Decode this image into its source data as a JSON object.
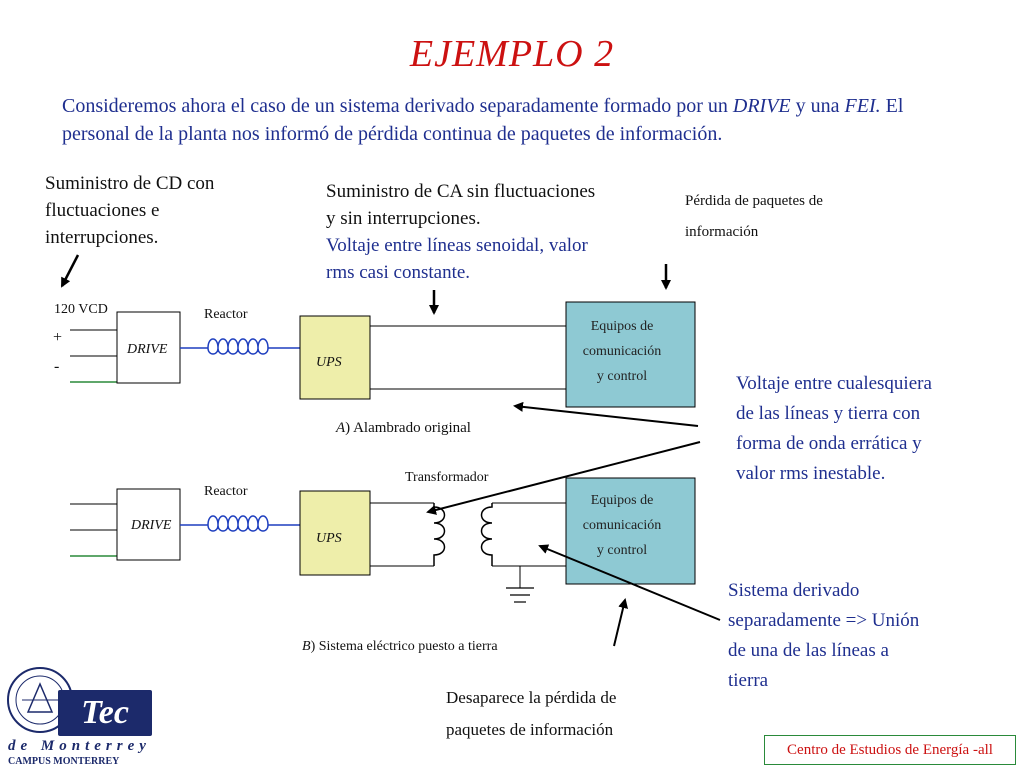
{
  "title": "EJEMPLO 2",
  "intro": {
    "p1": "Consideremos ahora el caso de un sistema derivado separadamente formado por un ",
    "drive": "DRIVE",
    "p2": " y una ",
    "fei": "FEI.",
    "p3": " El personal de la planta nos informó de pérdida continua de paquetes de información."
  },
  "notes": {
    "cd_supply": [
      "Suministro de CD con",
      "fluctuaciones e",
      "interrupciones."
    ],
    "ca_supply": [
      "Suministro de CA sin fluctuaciones",
      "y sin interrupciones."
    ],
    "ca_voltage": [
      "Voltaje entre líneas senoidal, valor",
      "rms casi constante."
    ],
    "packet_loss": [
      "Pérdida de paquetes de",
      "información"
    ],
    "erratic_voltage": [
      "Voltaje entre cualesquiera",
      "de las líneas y tierra con",
      "forma de onda errática y",
      "valor rms inestable."
    ],
    "derived_system": [
      "Sistema derivado",
      "separadamente => Unión",
      "de una de las líneas a",
      "tierra"
    ],
    "packet_recovered": [
      "Desaparece la pérdida de",
      "paquetes de información"
    ]
  },
  "diagram_a": {
    "voltage_label": "120 VCD",
    "plus": "+",
    "minus": "-",
    "drive": "DRIVE",
    "reactor": "Reactor",
    "ups": "UPS",
    "equipment": [
      "Equipos de",
      "comunicación",
      "y control"
    ],
    "caption_letter": "A",
    "caption_text": ") Alambrado original"
  },
  "diagram_b": {
    "drive": "DRIVE",
    "reactor": "Reactor",
    "ups": "UPS",
    "transformer": "Transformador",
    "equipment": [
      "Equipos de",
      "comunicación",
      "y control"
    ],
    "caption_letter": "B",
    "caption_text": ") Sistema eléctrico puesto a tierra"
  },
  "footer": "Centro de Estudios de Energía -all",
  "logo": {
    "tec": "Tec",
    "de_monterrey": "de Monterrey",
    "campus": "CAMPUS MONTERREY"
  },
  "colors": {
    "title": "#cc1111",
    "blue_text": "#1f2f8f",
    "ups_fill": "#eeeeaa",
    "equipment_fill": "#8ec9d3",
    "reactor_coil": "#1f3fbf",
    "ground_wire": "#2a8a3a"
  }
}
